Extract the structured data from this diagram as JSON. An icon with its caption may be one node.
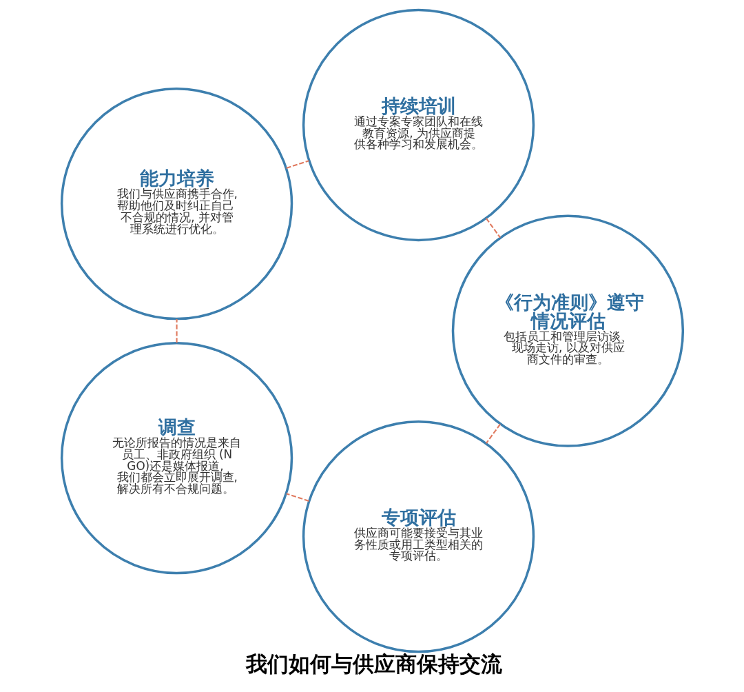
{
  "diagram": {
    "title": "我们如何与供应商保持交流",
    "nodes": [
      {
        "text": [
          "专项评估",
          "供应商可能要接受与其业务性质或用工类型相关的专项评估。"
        ]
      },
      {
        "text": [
          "《行为准则》遵守情况评估",
          "包括员工和管理层访谈、现场走访, 以及对供应商文件的审查。"
        ]
      },
      {
        "text": [
          "调查",
          "无论所报告的情况是来自员工、非政府组织 (NGO)还是媒体报道, 我们都会立即展开调查, 解决所有不合规问题。"
        ]
      },
      {
        "text": [
          "持续培训",
          "通过专案专家团队和在线教育资源, 为供应商提供各种学习和发展机会。"
        ]
      },
      {
        "text": [
          "能力培养",
          "我们与供应商携手合作, 帮助他们及时纠正自己不合规的情况, 并对管理系统进行优化。"
        ]
      }
    ],
    "edges": [
      {
        "from": 0,
        "to": 2,
        "arrow": "none",
        "style": "dashed"
      },
      {
        "from": 2,
        "to": 4,
        "arrow": "none",
        "style": "dashed"
      },
      {
        "from": 4,
        "to": 3,
        "arrow": "none",
        "style": "dashed"
      },
      {
        "from": 3,
        "to": 1,
        "arrow": "none",
        "style": "dashed"
      },
      {
        "from": 1,
        "to": 0,
        "arrow": "none",
        "style": "dashed"
      }
    ]
  }
}
